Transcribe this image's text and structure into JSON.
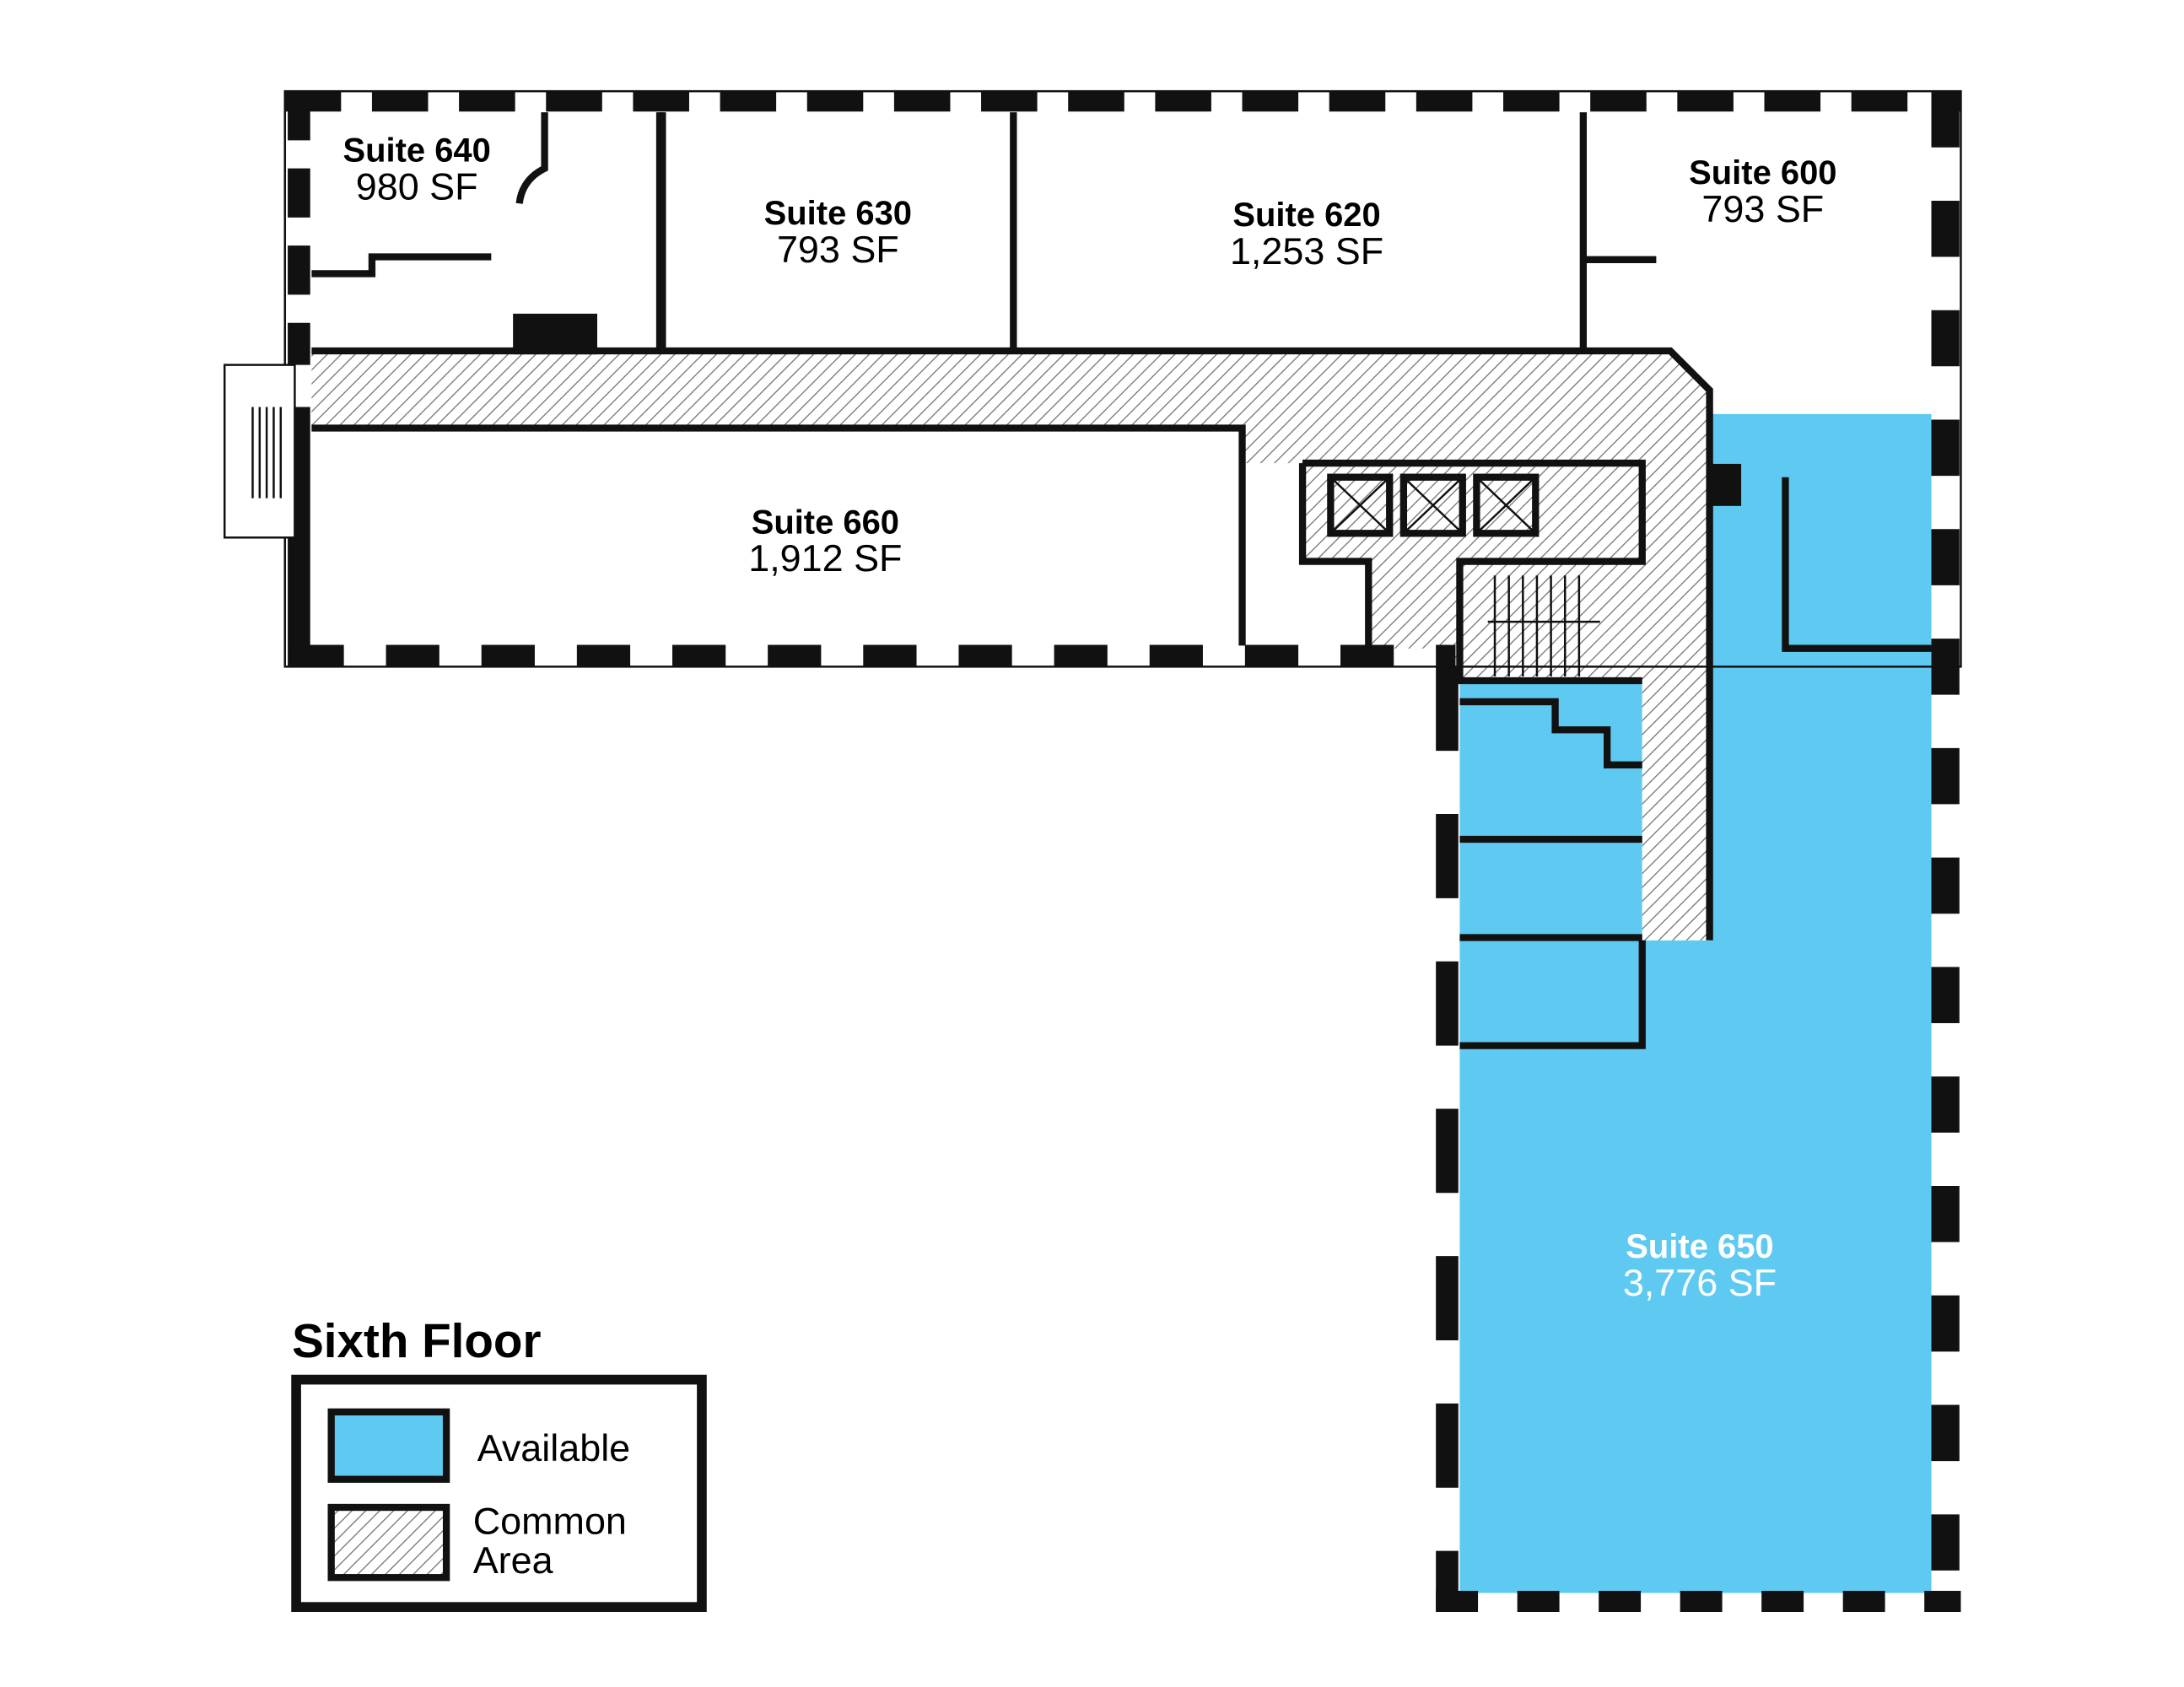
{
  "title": "Sixth Floor",
  "colors": {
    "available": "#5ECAF2",
    "wall": "#111111",
    "hatch": "#777777"
  },
  "suites": [
    {
      "id": "s640",
      "name": "Suite 640",
      "area": "980 SF",
      "available": false
    },
    {
      "id": "s630",
      "name": "Suite 630",
      "area": "793 SF",
      "available": false
    },
    {
      "id": "s620",
      "name": "Suite 620",
      "area": "1,253 SF",
      "available": false
    },
    {
      "id": "s600",
      "name": "Suite 600",
      "area": "793 SF",
      "available": false
    },
    {
      "id": "s660",
      "name": "Suite 660",
      "area": "1,912 SF",
      "available": false
    },
    {
      "id": "s650",
      "name": "Suite 650",
      "area": "3,776 SF",
      "available": true
    }
  ],
  "legend": {
    "available": "Available",
    "common_line1": "Common",
    "common_line2": "Area"
  }
}
